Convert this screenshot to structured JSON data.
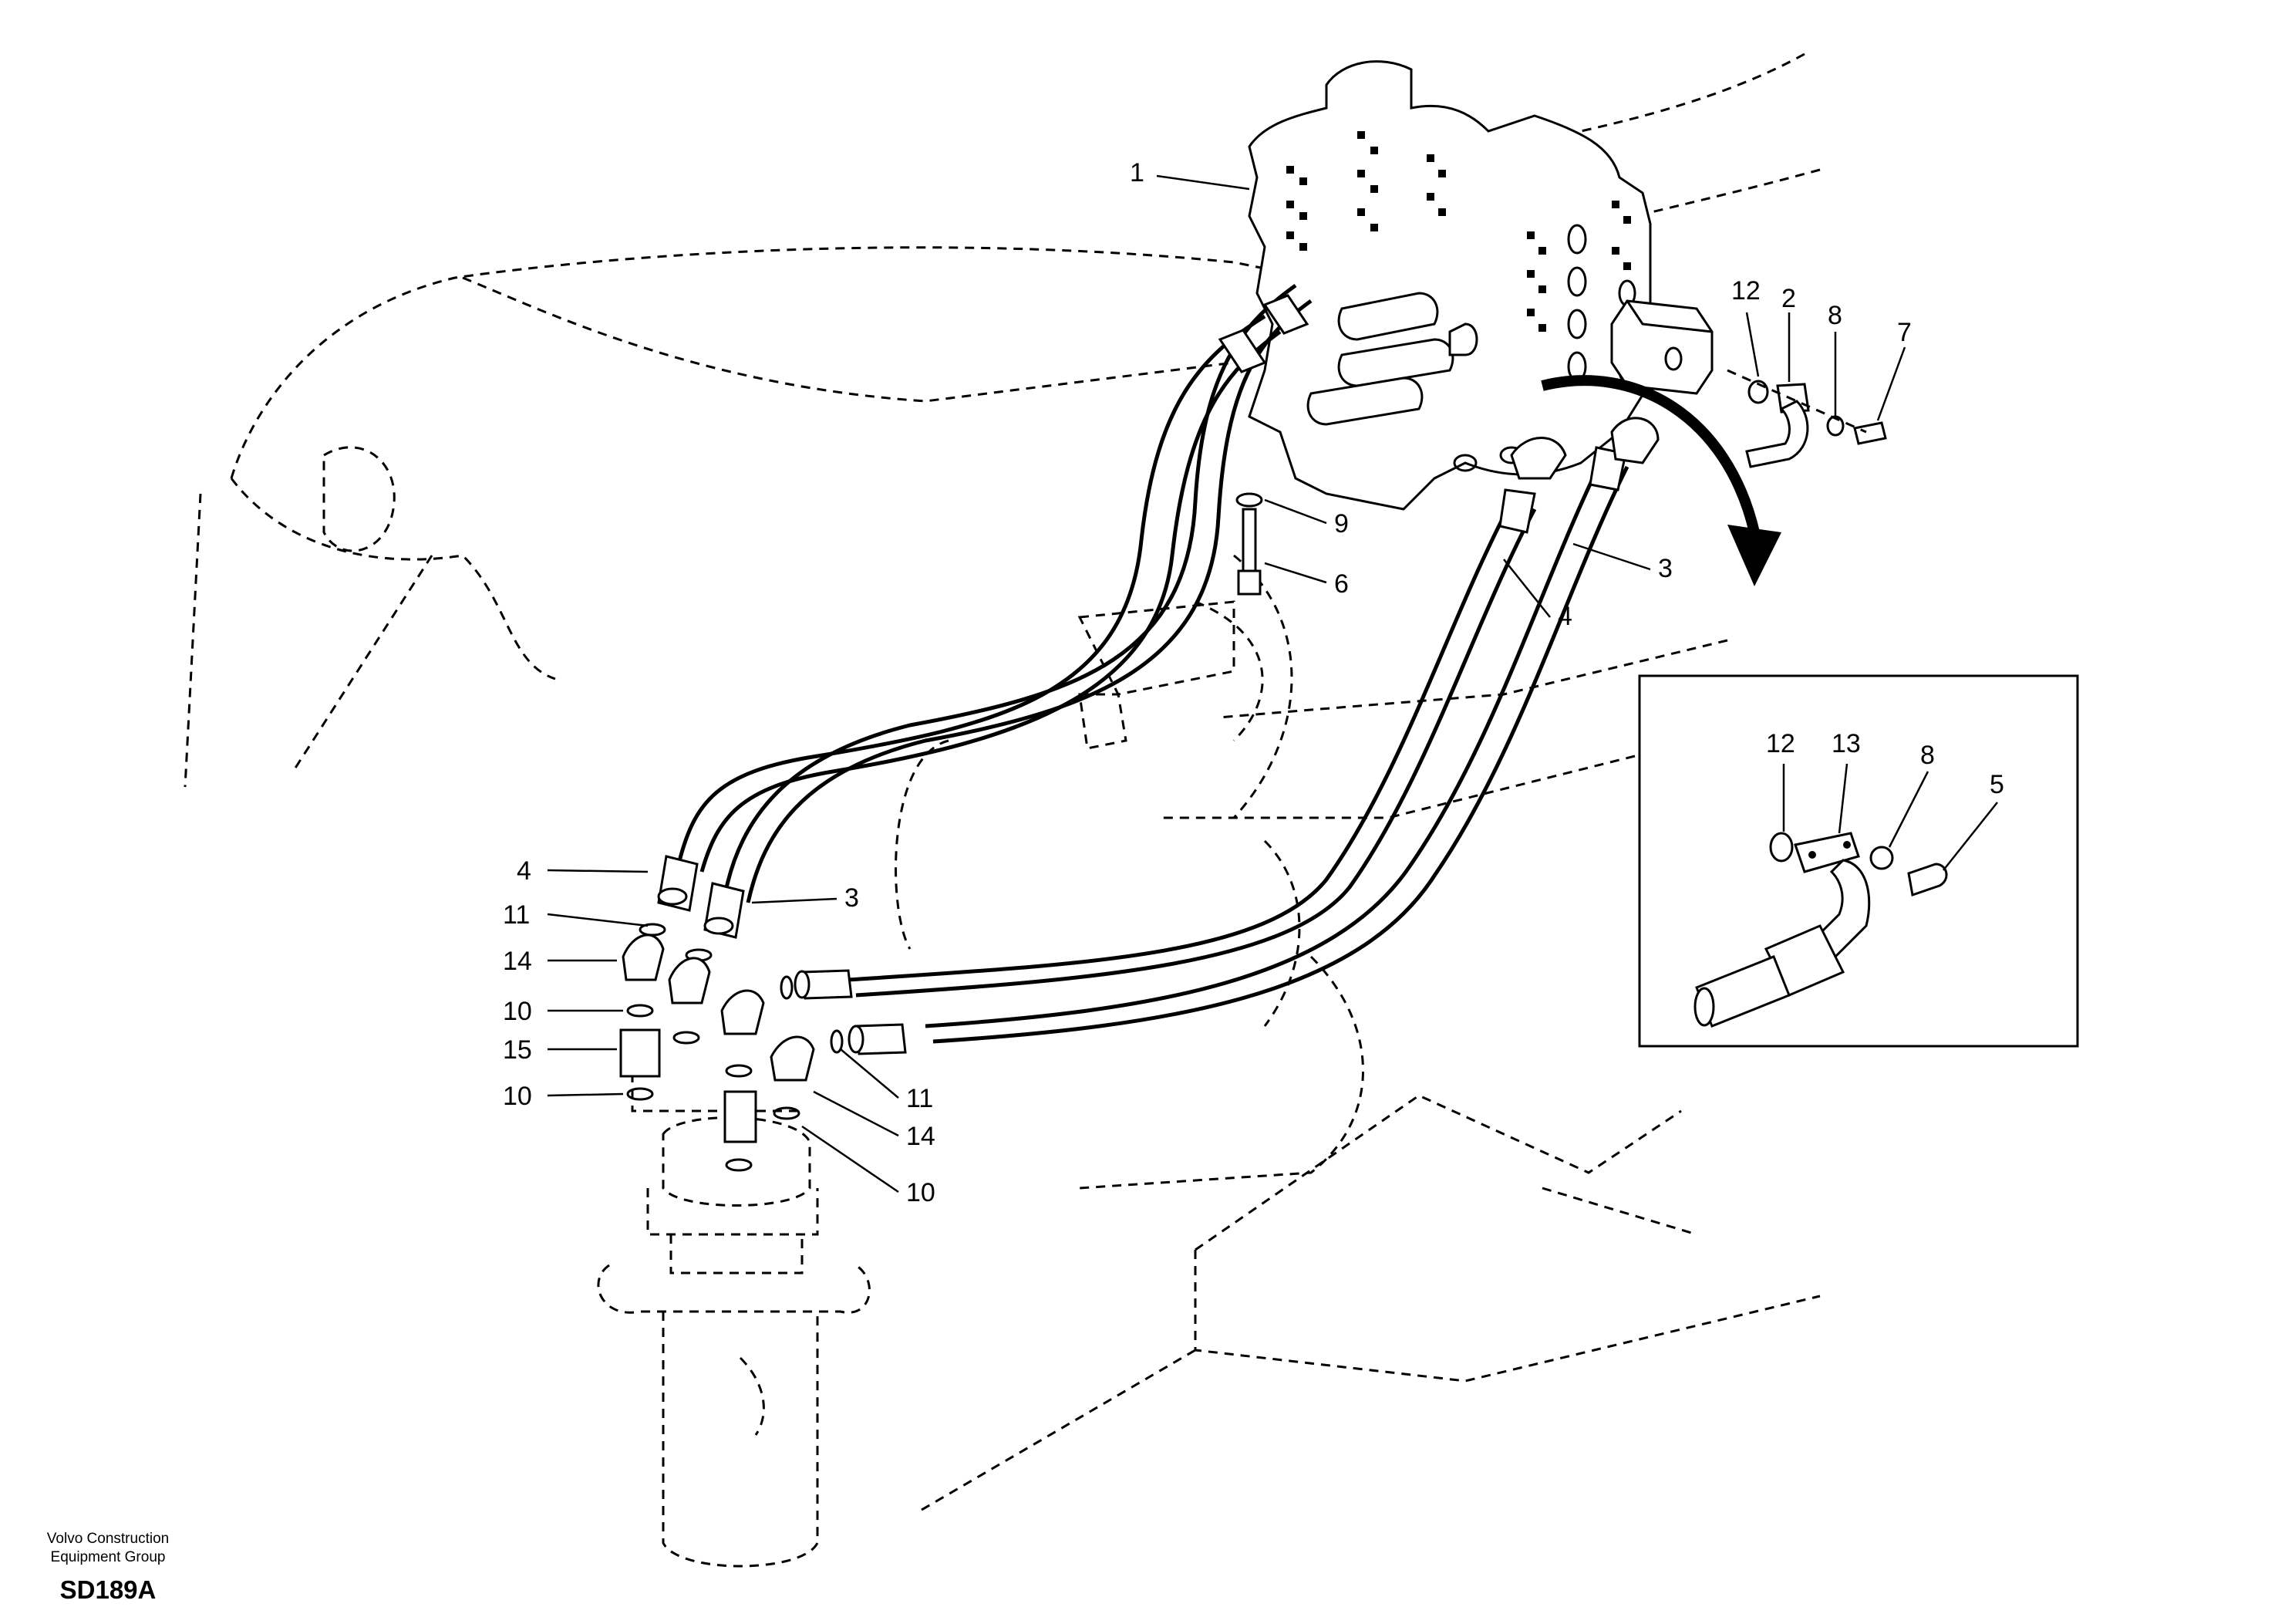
{
  "footer": {
    "company_line1": "Volvo Construction",
    "company_line2": "Equipment Group",
    "drawing_code": "SD189A"
  },
  "callouts": {
    "main_valve": "1",
    "flange_upper": "2",
    "hose_3_right": "3",
    "hose_4_right": "4",
    "bolt_9": "9",
    "bolt_6": "6",
    "ring_12": "12",
    "washer_8": "8",
    "screw_7": "7",
    "left_4": "4",
    "left_11": "11",
    "left_3": "3",
    "left_14": "14",
    "left_10a": "10",
    "left_15": "15",
    "left_10b": "10",
    "low_11": "11",
    "low_14": "14",
    "low_10": "10"
  },
  "detail": {
    "ring": "12",
    "flange": "13",
    "washer": "8",
    "screw": "5"
  }
}
